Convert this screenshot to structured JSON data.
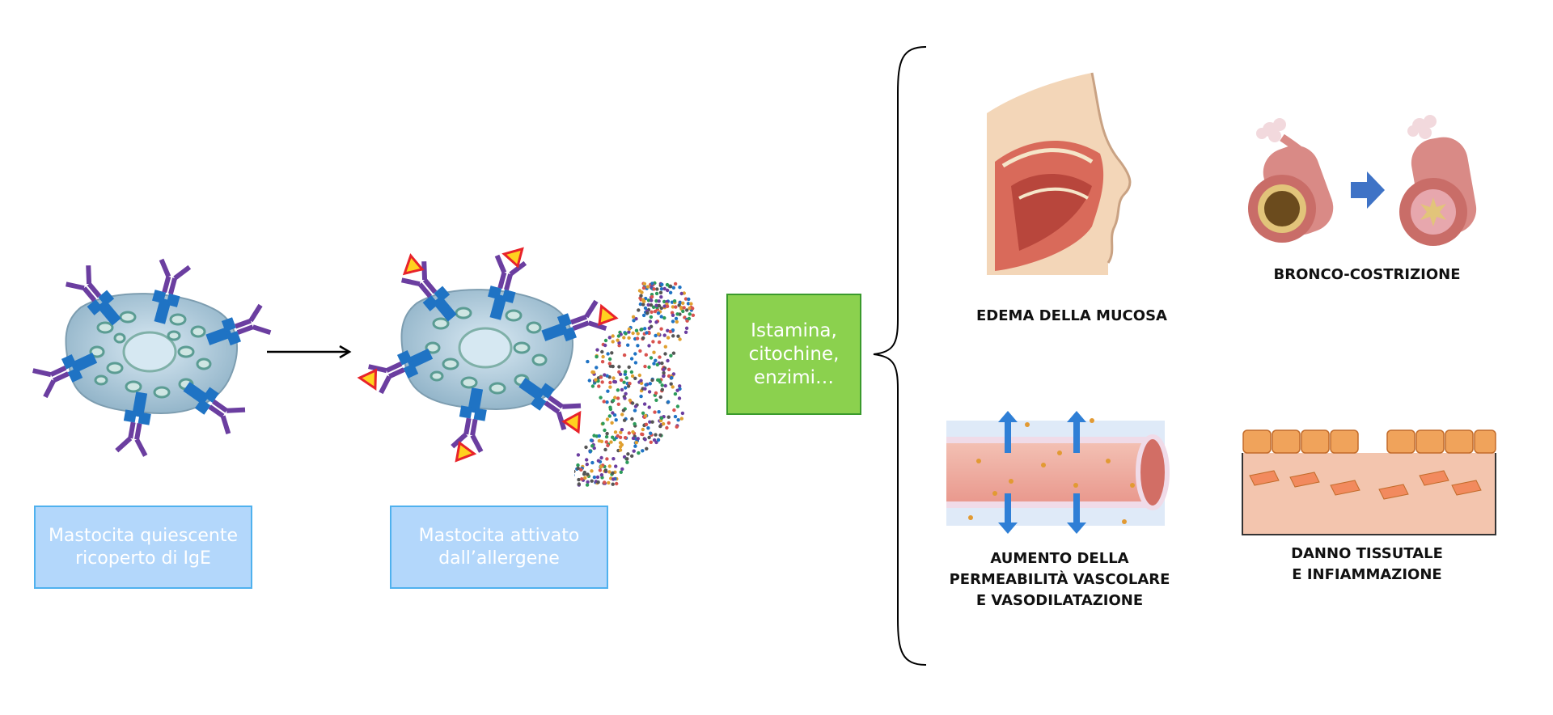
{
  "cells": {
    "quiescent_caption_line1": "Mastocita quiescente",
    "quiescent_caption_line2": "ricoperto di IgE",
    "activated_caption_line1": "Mastocita attivato",
    "activated_caption_line2": "dall’allergene"
  },
  "mediators": {
    "line1": "Istamina,",
    "line2": "citochine,",
    "line3": "enzimi…"
  },
  "effects": {
    "edema": "EDEMA DELLA MUCOSA",
    "bronco": "BRONCO-COSTRIZIONE",
    "perm_line1": "AUMENTO DELLA",
    "perm_line2": "PERMEABILITÀ VASCOLARE",
    "perm_line3": "E VASODILATAZIONE",
    "danno_line1": "DANNO TISSUTALE",
    "danno_line2": "E INFIAMMAZIONE"
  },
  "colors": {
    "cell_body": "#a9c7d9",
    "receptor": "#1f73c4",
    "ige": "#6b3ea0",
    "allergen_fill": "#ffd21f",
    "allergen_stroke": "#e8232a",
    "caption_box": "#b3d7fb",
    "mediator_box": "#8bd14e"
  }
}
